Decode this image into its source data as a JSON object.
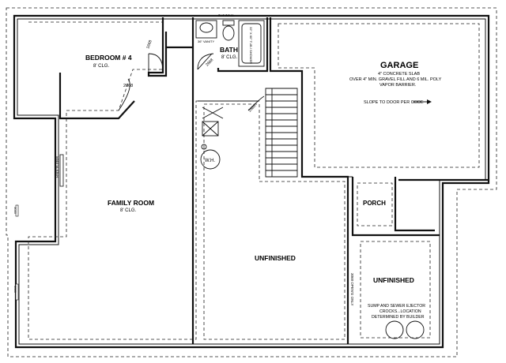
{
  "rooms": {
    "bedroom": {
      "name": "BEDROOM # 4",
      "ceiling": "8' CLG."
    },
    "bath": {
      "name": "BATH",
      "ceiling": "8' CLG."
    },
    "garage": {
      "name": "GARAGE",
      "note1": "4\" CONCRETE SLAB",
      "note2": "OVER 4\" MIN. GRAVEL FILL AND 6 MIL. POLY",
      "note3": "VAPOR BARRIER.",
      "slope": "SLOPE TO DOOR PER CODE"
    },
    "family": {
      "name": "FAMILY ROOM",
      "ceiling": "8' CLG."
    },
    "porch": {
      "name": "PORCH"
    },
    "unfinished_main": {
      "name": "UNFINISHED"
    },
    "unfinished_side": {
      "name": "UNFINISHED",
      "note1": "SUMP AND SEWER EJECTOR",
      "note2": "CROCKS...LOCATION",
      "note3": "DETERMINED BY BUILDER"
    }
  },
  "annotations": {
    "door_bed": "2668",
    "door_bed_top": "1668",
    "door_bath": "2668",
    "door_stair": "2668",
    "window_top": "2x4 WALL",
    "vanity": "36\" VANITY",
    "tub": "32\" X 60\" TUB / SHOWER",
    "water_heater": "W.H.",
    "window_fam": "5040 SLIDER",
    "window_left_low": "3020",
    "window_left_high": "3020",
    "opening_only": "3068 OPEN'G ONLY"
  }
}
